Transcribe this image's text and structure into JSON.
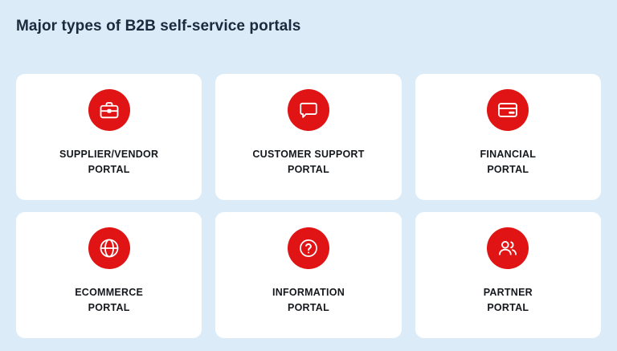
{
  "header": {
    "title": "Major types of B2B self-service portals"
  },
  "colors": {
    "background": "#dcebf8",
    "card_background": "#ffffff",
    "accent_red": "#e01414",
    "title_text": "#1b2a3d",
    "label_text": "#15181c"
  },
  "cards": [
    {
      "icon": "briefcase-icon",
      "label": "SUPPLIER/VENDOR\nPORTAL",
      "line1": "SUPPLIER/VENDOR",
      "line2": "PORTAL"
    },
    {
      "icon": "chat-bubble-icon",
      "label": "CUSTOMER SUPPORT\nPORTAL",
      "line1": "CUSTOMER SUPPORT",
      "line2": "PORTAL"
    },
    {
      "icon": "credit-card-icon",
      "label": "FINANCIAL\nPORTAL",
      "line1": "FINANCIAL",
      "line2": "PORTAL"
    },
    {
      "icon": "globe-icon",
      "label": "ECOMMERCE\nPORTAL",
      "line1": "ECOMMERCE",
      "line2": "PORTAL"
    },
    {
      "icon": "question-mark-circle-icon",
      "label": "INFORMATION\nPORTAL",
      "line1": "INFORMATION",
      "line2": "PORTAL"
    },
    {
      "icon": "users-icon",
      "label": "PARTNER\nPORTAL",
      "line1": "PARTNER",
      "line2": "PORTAL"
    }
  ]
}
